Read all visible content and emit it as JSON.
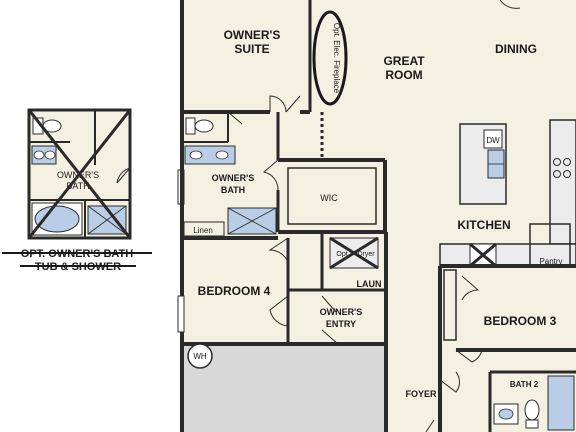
{
  "rooms": {
    "owners_suite": [
      "OWNER'S",
      "SUITE"
    ],
    "great_room": [
      "GREAT",
      "ROOM"
    ],
    "dining": "DINING",
    "owners_bath": [
      "OWNER'S",
      "BATH"
    ],
    "wic": "WIC",
    "linen": "Linen",
    "kitchen": "KITCHEN",
    "pantry": "Pantry",
    "bedroom_4": "BEDROOM 4",
    "laun": "LAUN",
    "owners_entry": [
      "OWNER'S",
      "ENTRY"
    ],
    "bedroom_3": "BEDROOM 3",
    "foyer": "FOYER",
    "bath_2": "BATH 2",
    "water_heater": "WH",
    "dishwasher": "DW"
  },
  "callouts": {
    "fireplace": "Opt. Elec. Fireplace",
    "laundry_option": [
      "Opt.",
      "Dryer"
    ]
  },
  "inset": {
    "bath_label": [
      "OWNER'S",
      "BATH"
    ],
    "caption": [
      "OPT. OWNER'S BATH",
      "TUB & SHOWER"
    ]
  },
  "colors": {
    "floor": "#f4f1e3",
    "wall": "#2a2a2a",
    "garage": "#d8d8d8",
    "fixture_blue": "#b9cde6"
  }
}
